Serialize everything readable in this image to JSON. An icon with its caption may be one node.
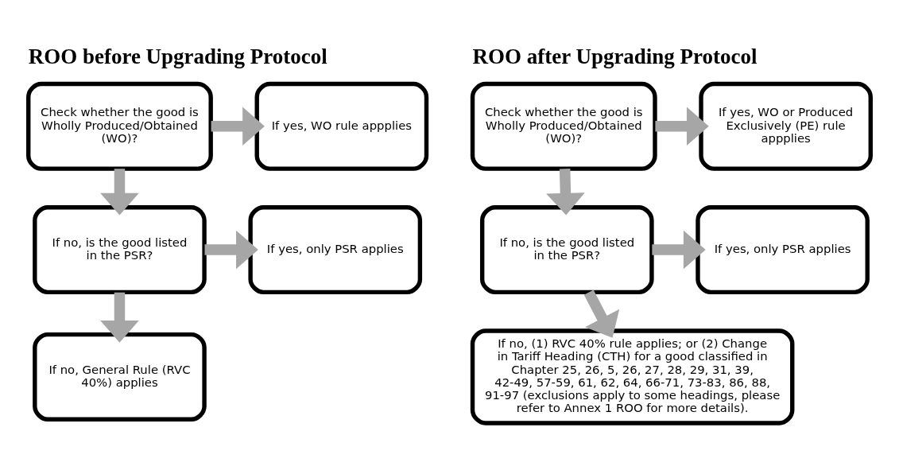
{
  "diagram": {
    "nodes": [
      {
        "text": [
          "Check whether the good is Wholly Produced/Obtained (WO)?"
        ]
      },
      {
        "text": [
          "If yes, WO rule appplies"
        ]
      },
      {
        "text": [
          "If no, is the good listed in the PSR?"
        ]
      },
      {
        "text": [
          "If yes, only PSR applies"
        ]
      },
      {
        "text": [
          "If no, General Rule (RVC 40%) applies"
        ]
      },
      {
        "text": [
          "Check whether the good is Wholly Produced/Obtained (WO)?"
        ]
      },
      {
        "text": [
          "If yes, WO or Produced Exclusively (PE) rule appplies"
        ]
      },
      {
        "text": [
          "If no, is the good listed in the PSR?"
        ]
      },
      {
        "text": [
          "If yes, only PSR applies"
        ]
      },
      {
        "text": [
          "If no, (1) RVC 40% rule applies; or (2) Change in Tariff Heading (CTH) for a good classified in Chapter 25, 26, 5, 26, 27, 28, 29, 31, 39, 42-49, 57-59, 61, 62, 64, 66-71, 73-83, 86, 88, 91-97 (exclusions apply to some headings, please refer to Annex 1 ROO for more details)."
        ]
      }
    ],
    "edges": [
      {
        "from": 0,
        "to": 1,
        "arrow": "to"
      },
      {
        "from": 0,
        "to": 2,
        "arrow": "to"
      },
      {
        "from": 2,
        "to": 3,
        "arrow": "to"
      },
      {
        "from": 2,
        "to": 4,
        "arrow": "to"
      },
      {
        "from": 5,
        "to": 6,
        "arrow": "to"
      },
      {
        "from": 5,
        "to": 7,
        "arrow": "to"
      },
      {
        "from": 7,
        "to": 8,
        "arrow": "to"
      },
      {
        "from": 7,
        "to": 9,
        "arrow": "to"
      }
    ],
    "labels": [
      "ROO before Upgrading Protocol",
      "ROO after Upgrading Protocol"
    ]
  }
}
